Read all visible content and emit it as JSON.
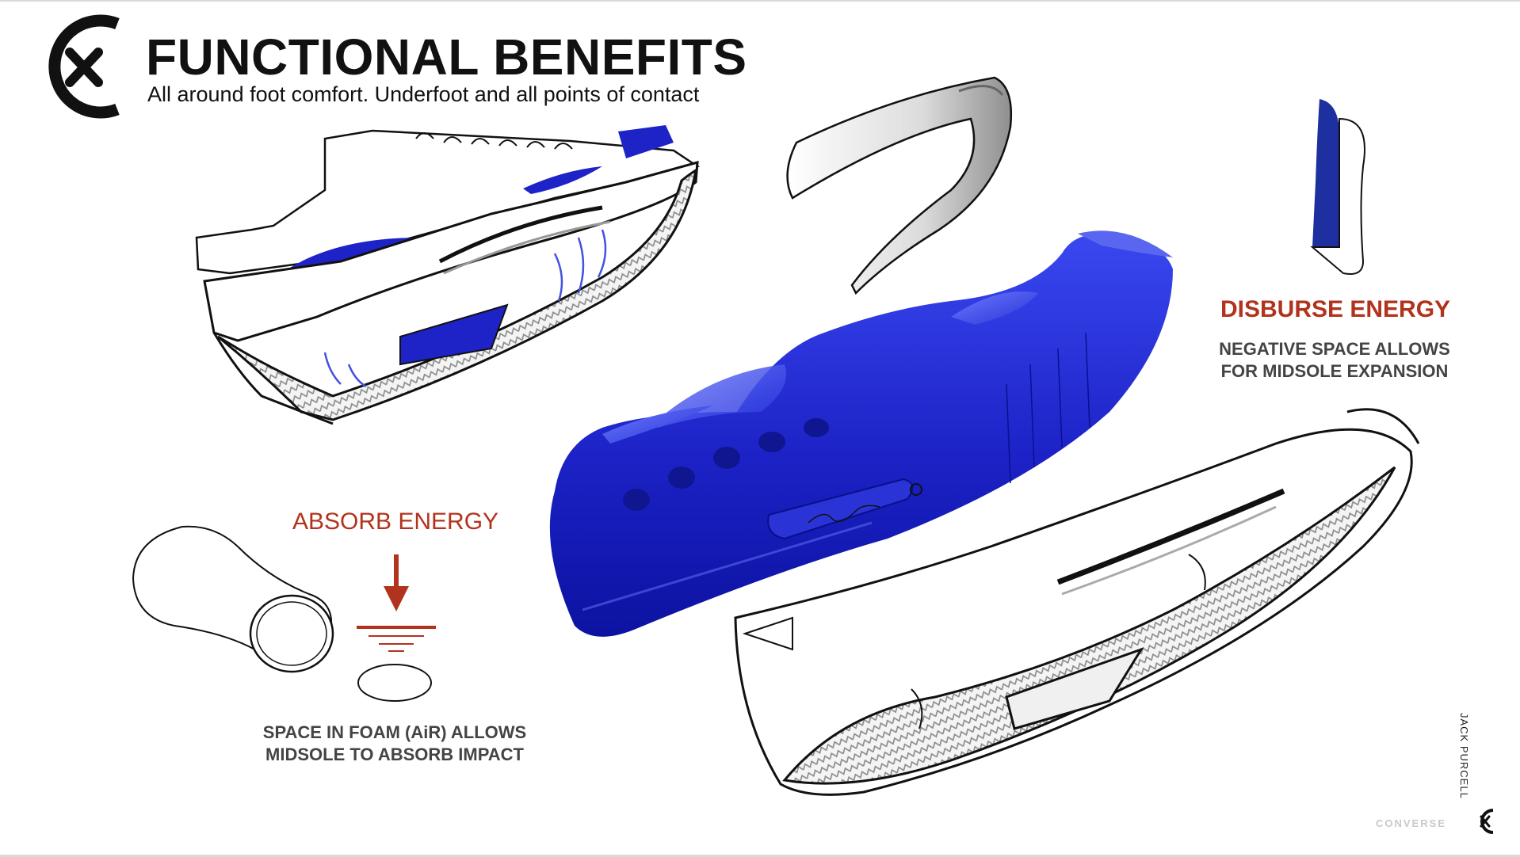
{
  "header": {
    "title": "FUNCTIONAL BENEFITS",
    "subtitle": "All around foot comfort. Underfoot and all points of contact"
  },
  "absorb": {
    "title": "ABSORB ENERGY",
    "caption_line1": "SPACE IN FOAM (AiR) ALLOWS",
    "caption_line2": "MIDSOLE TO ABSORB IMPACT"
  },
  "disburse": {
    "title": "DISBURSE ENERGY",
    "caption_line1": "NEGATIVE SPACE ALLOWS",
    "caption_line2": "FOR MIDSOLE EXPANSION"
  },
  "footer": {
    "vertical_label": "JACK PURCELL",
    "brand": "CONVERSE"
  },
  "icons": {
    "logo": "cx-logo-icon",
    "small_logo": "cx-small-logo-icon",
    "arrow": "down-arrow-icon",
    "ground": "ground-lines-icon"
  },
  "colors": {
    "accent_red": "#b2331d",
    "midsole_blue": "#1e23c8",
    "text": "#111111"
  }
}
